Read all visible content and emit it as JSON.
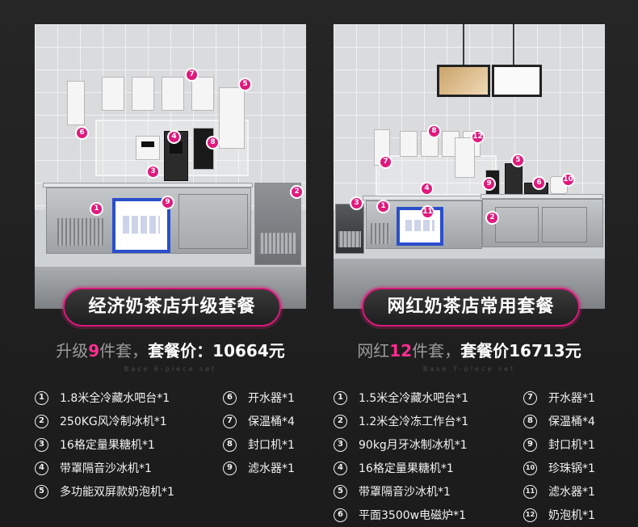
{
  "left": {
    "title": "经济奶茶店升级套餐",
    "price": {
      "prefix": "升级",
      "count": "9",
      "suffix": "件套，",
      "label": "套餐价：",
      "value": "10664元"
    },
    "subtitle": "Base 6-piece set",
    "items_col1": [
      {
        "num": "1",
        "text": "1.8米全冷藏水吧台*1"
      },
      {
        "num": "2",
        "text": "250KG风冷制冰机*1"
      },
      {
        "num": "3",
        "text": "16格定量果糖机*1"
      },
      {
        "num": "4",
        "text": "带罩隔音沙冰机*1"
      },
      {
        "num": "5",
        "text": "多功能双屏款奶泡机*1"
      }
    ],
    "items_col2": [
      {
        "num": "6",
        "text": "开水器*1"
      },
      {
        "num": "7",
        "text": "保温桶*4"
      },
      {
        "num": "8",
        "text": "封口机*1"
      },
      {
        "num": "9",
        "text": "滤水器*1"
      }
    ],
    "badges": [
      "1",
      "2",
      "3",
      "4",
      "5",
      "6",
      "7",
      "8",
      "9"
    ]
  },
  "right": {
    "title": "网红奶茶店常用套餐",
    "price": {
      "prefix": "网红",
      "count": "12",
      "suffix": "件套，",
      "label": "套餐价",
      "value": "16713元"
    },
    "subtitle": "Base 7-piece set",
    "items_col1": [
      {
        "num": "1",
        "text": "1.5米全冷藏水吧台*1"
      },
      {
        "num": "2",
        "text": "1.2米全冷冻工作台*1"
      },
      {
        "num": "3",
        "text": "90kg月牙冰制冰机*1"
      },
      {
        "num": "4",
        "text": "16格定量果糖机*1"
      },
      {
        "num": "5",
        "text": "带罩隔音沙冰机*1"
      },
      {
        "num": "6",
        "text": "平面3500w电磁炉*1"
      }
    ],
    "items_col2": [
      {
        "num": "7",
        "text": "开水器*1"
      },
      {
        "num": "8",
        "text": "保温桶*4"
      },
      {
        "num": "9",
        "text": "封口机*1"
      },
      {
        "num": "10",
        "text": "珍珠锅*1"
      },
      {
        "num": "11",
        "text": "滤水器*1"
      },
      {
        "num": "12",
        "text": "奶泡机*1"
      }
    ],
    "badges": [
      "1",
      "2",
      "3",
      "4",
      "5",
      "6",
      "7",
      "8",
      "9",
      "10",
      "11",
      "12"
    ]
  },
  "colors": {
    "accent": "#e0197d",
    "highlight": "#ff2d8f",
    "filter_frame": "#2a4fcc"
  }
}
